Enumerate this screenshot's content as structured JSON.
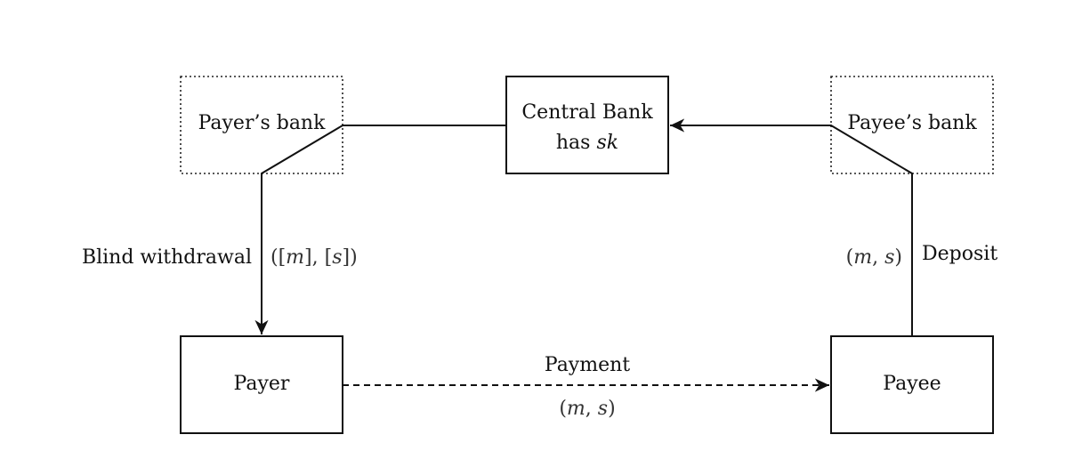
{
  "diagram": {
    "payers_bank": "Payer’s bank",
    "central_bank_line1": "Central Bank",
    "central_bank_has": "has ",
    "central_bank_key": "sk",
    "payees_bank": "Payee’s bank",
    "payer": "Payer",
    "payee": "Payee",
    "blind_withdrawal": "Blind withdrawal",
    "deposit": "Deposit",
    "payment": "Payment",
    "withdrawal_msg": {
      "open": "([",
      "m": "m",
      "mid": "], [",
      "s": "s",
      "close": "])"
    },
    "deposit_msg": {
      "open": "(",
      "m": "m",
      "sep": ", ",
      "s": "s",
      "close": ")"
    },
    "payment_msg": {
      "open": "(",
      "m": "m",
      "sep": ", ",
      "s": "s",
      "close": ")"
    }
  }
}
